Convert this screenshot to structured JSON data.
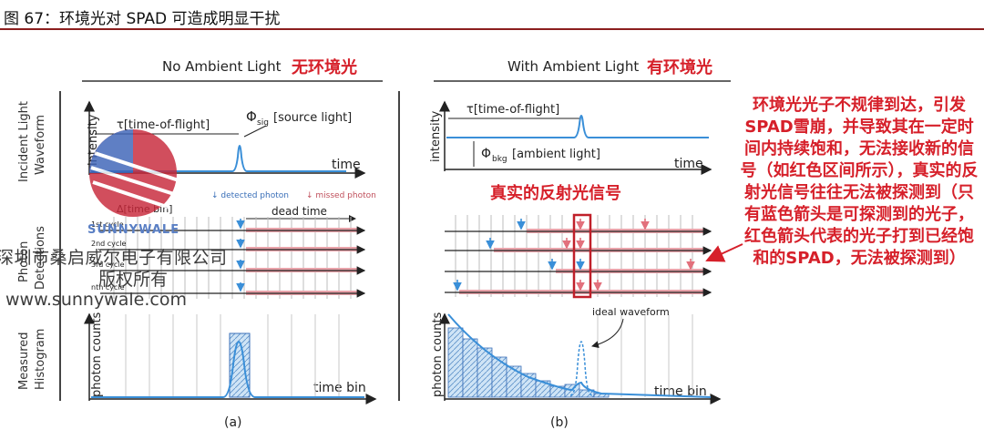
{
  "header": {
    "title": "图 67：环境光对 SPAD 可造成明显干扰"
  },
  "panel_a": {
    "heading_en": "No Ambient Light ",
    "heading_cn": "无环境光",
    "tof": "τ[time-of-flight]",
    "source": "[source light]",
    "phi_sig": "Φ",
    "sig_sub": "sig",
    "intensity": "intensity",
    "time": "time",
    "legend_detected": "↓ detected photon",
    "legend_missed": "↓ missed photon",
    "time_bin": "Δ[time bin]",
    "dead_time": "dead time",
    "cycle1": "1st cycle",
    "cycle2": "2nd cycle",
    "cycle3": "3rd cycle",
    "cyclen": "nth cycle",
    "photon_counts": "photon counts",
    "time_bin_axis": "time bin",
    "label": "(a)"
  },
  "panel_b": {
    "heading_en": "With Ambient Light",
    "heading_cn": "有环境光",
    "tof": "τ[time-of-flight]",
    "phi_bkg": "Φ",
    "bkg_sub": "bkg",
    "ambient": "[ambient light]",
    "intensity": "intensity",
    "time": "time",
    "red_caption": "真实的反射光信号",
    "ideal": "ideal waveform",
    "photon_counts": "photon counts",
    "time_bin_axis": "time bin",
    "label": "(b)"
  },
  "row_labels": {
    "r1": "Incident Light",
    "r1b": "Waveform",
    "r2": "Photon",
    "r2b": "Detections",
    "r3": "Measured",
    "r3b": "Histogram"
  },
  "note": "环境光光子不规律到达，引发SPAD雪崩，并导致其在一定时间内持续饱和，无法接收新的信号（如红色区间所示），真实的反射光信号往往无法被探测到（只有蓝色箭头是可探测到的光子，红色箭头代表的光子打到已经饱和的SPAD，无法被探测到）",
  "watermark": {
    "brand": "SUNNYWALE",
    "company": "深圳市桑启威尔电子有限公司",
    "rights": "版权所有",
    "url": "www.sunnywale.com"
  },
  "colors": {
    "accent_red": "#d6202a",
    "wave_blue": "#3a8fd8",
    "dead_red": "#e38a93",
    "header_rule": "#8b1e1e"
  }
}
